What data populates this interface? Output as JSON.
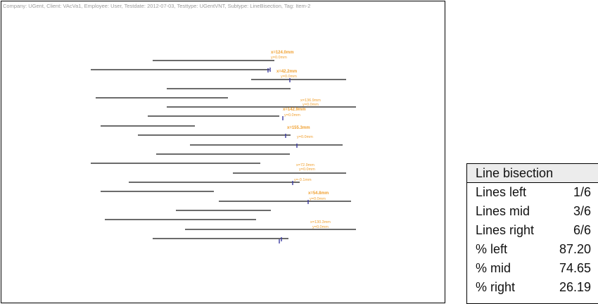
{
  "header": {
    "text": "Company: UGent, Client: VAcVa1, Employee: User, Testdate: 2012-07-03, Testtype: UGentVNT, Subtype: LineBisection, Tag: Item-2"
  },
  "colors": {
    "line": "#3a3a3a",
    "mark": "#3a3aa0",
    "annotation": "#f0a030",
    "header_text": "#9a9a9a"
  },
  "annotations": [
    {
      "text": "x=124.0mm"
    },
    {
      "text": "y=0.0mm"
    },
    {
      "text": "x=42.2mm"
    },
    {
      "text": "y=0.0mm"
    },
    {
      "text": "x=136.9mm"
    },
    {
      "text": "y=0.0mm"
    },
    {
      "text": "x=142.9mm"
    },
    {
      "text": "y=0.0mm"
    },
    {
      "text": "x=155.3mm"
    },
    {
      "text": "y=0.0mm"
    },
    {
      "text": "x=72.9mm"
    },
    {
      "text": "y=0.0mm"
    },
    {
      "text": "y=-0.1mm"
    },
    {
      "text": "x=54.8mm"
    },
    {
      "text": "y=0.0mm"
    },
    {
      "text": "x=130.3mm"
    },
    {
      "text": "y=0.0mm"
    }
  ],
  "results": {
    "title": "Line bisection",
    "rows": [
      {
        "label": "Lines left",
        "value": "1/6"
      },
      {
        "label": "Lines mid",
        "value": "3/6"
      },
      {
        "label": "Lines right",
        "value": "6/6"
      },
      {
        "label": "% left",
        "value": "87.20"
      },
      {
        "label": "% mid",
        "value": "74.65"
      },
      {
        "label": "% right",
        "value": "26.19"
      }
    ]
  }
}
